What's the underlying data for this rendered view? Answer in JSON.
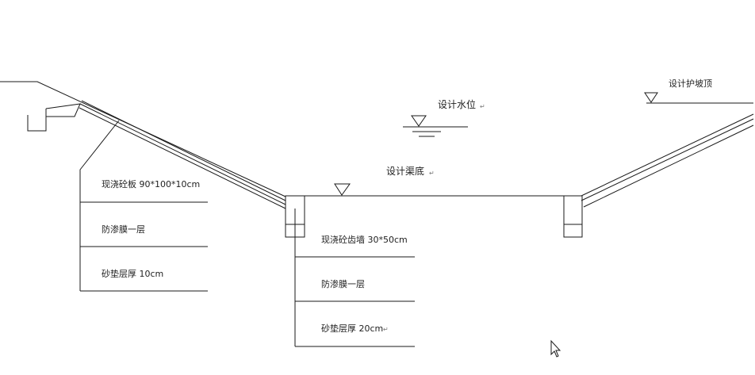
{
  "labels": {
    "design_water_level": "设计水位",
    "design_slope_top": "设计护坡顶",
    "design_canal_bottom": "设计渠底",
    "left_callout": [
      "现浇砼板 90*100*10cm",
      "防渗膜一层",
      "砂垫层厚 10cm"
    ],
    "bottom_callout": [
      "现浇砼齿墙 30*50cm",
      "防渗膜一层",
      "砂垫层厚 20cm"
    ]
  },
  "colors": {
    "line": "#1a1a1a",
    "text": "#222222",
    "background": "#ffffff"
  },
  "icons": {
    "level_marker": "triangle-down",
    "cursor": "arrow-cursor"
  }
}
